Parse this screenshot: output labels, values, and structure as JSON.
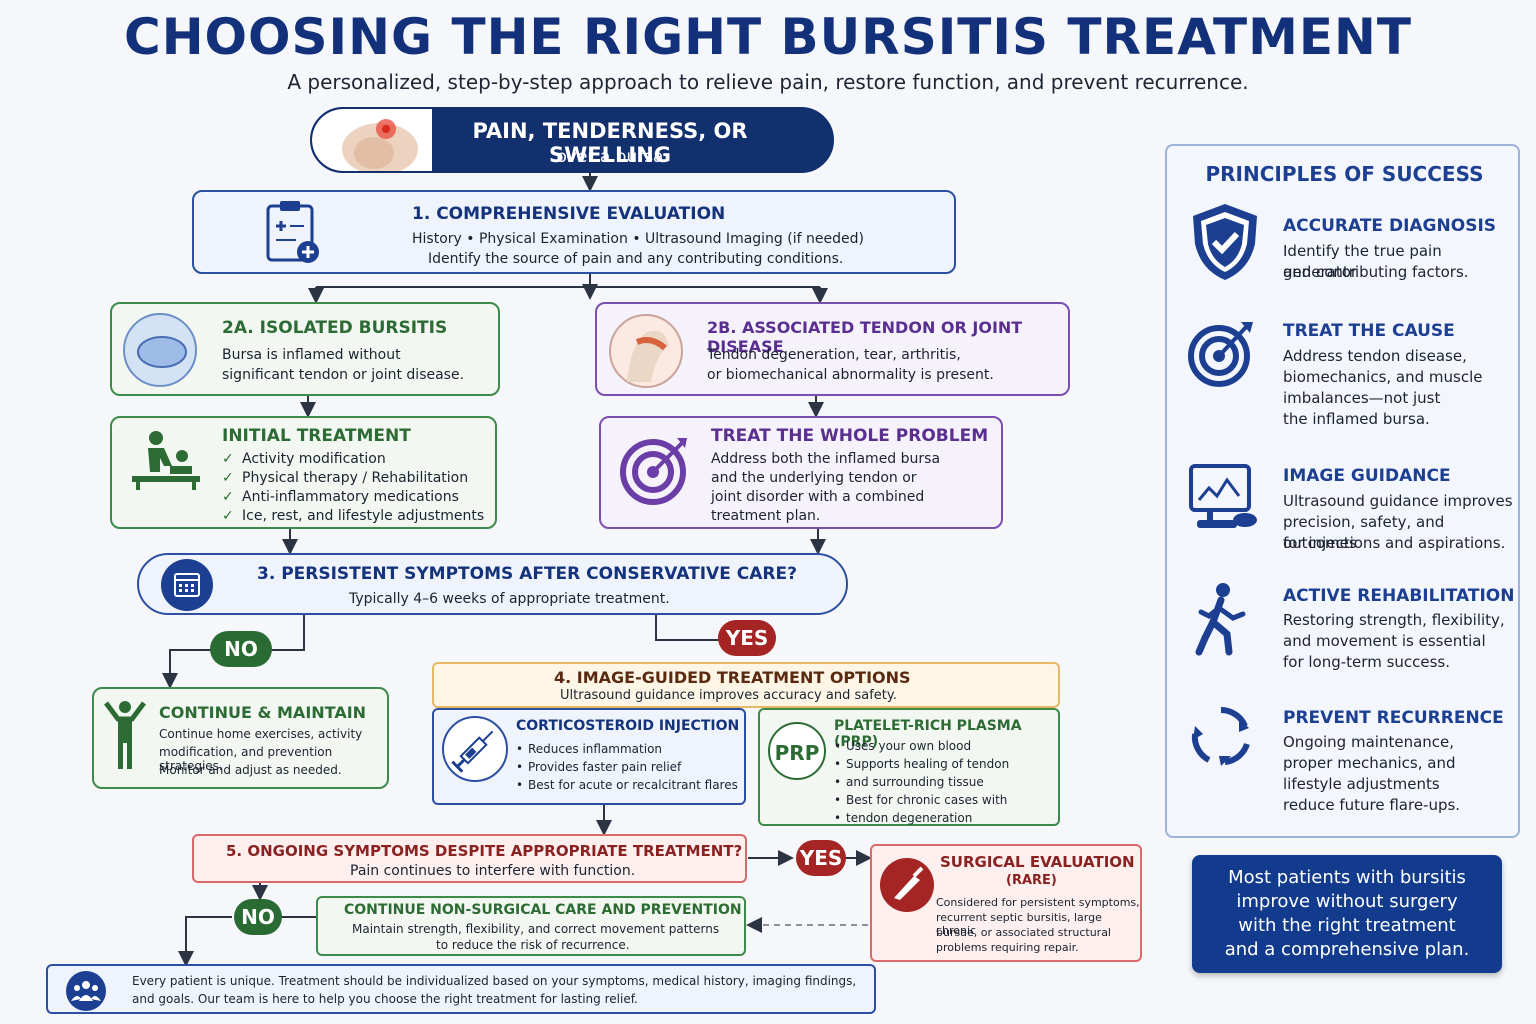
{
  "title": "CHOOSING THE RIGHT BURSITIS TREATMENT",
  "subtitle": "A personalized, step-by-step approach to relieve pain, restore function, and prevent recurrence.",
  "start": {
    "title": "PAIN, TENDERNESS, OR SWELLING",
    "sub": "over a bursa"
  },
  "eval": {
    "title": "1. COMPREHENSIVE EVALUATION",
    "line1": "History • Physical Examination • Ultrasound Imaging (if needed)",
    "line2": "Identify the source of pain and any contributing conditions."
  },
  "isolated": {
    "title": "2A. ISOLATED BURSITIS",
    "line1": "Bursa is inflamed without",
    "line2": "significant tendon or joint disease."
  },
  "associated": {
    "title": "2B. ASSOCIATED TENDON OR JOINT DISEASE",
    "line1": "Tendon degeneration, tear, arthritis,",
    "line2": "or biomechanical abnormality is present."
  },
  "initial": {
    "title": "INITIAL TREATMENT",
    "items": [
      "Activity modification",
      "Physical therapy / Rehabilitation",
      "Anti-inflammatory medications",
      "Ice, rest, and lifestyle adjustments"
    ]
  },
  "whole": {
    "title": "TREAT THE WHOLE PROBLEM",
    "lines": [
      "Address both the inflamed bursa",
      "and the underlying tendon or",
      "joint disorder with a combined",
      "treatment plan."
    ]
  },
  "persistent": {
    "title": "3. PERSISTENT SYMPTOMS AFTER CONSERVATIVE CARE?",
    "sub": "Typically 4–6 weeks of appropriate treatment."
  },
  "no_label": "NO",
  "yes_label": "YES",
  "maintain": {
    "title": "CONTINUE & MAINTAIN",
    "lines": [
      "Continue home exercises, activity",
      "modification, and prevention strategies.",
      "Monitor and adjust as needed."
    ]
  },
  "imageguided": {
    "title": "4. IMAGE-GUIDED TREATMENT OPTIONS",
    "sub": "Ultrasound guidance improves accuracy and safety."
  },
  "cortico": {
    "title": "CORTICOSTEROID INJECTION",
    "items": [
      "Reduces inflammation",
      "Provides faster pain relief",
      "Best for acute or recalcitrant flares"
    ]
  },
  "prp": {
    "badge": "PRP",
    "title": "PLATELET-RICH PLASMA (PRP)",
    "items": [
      "Uses your own blood",
      "Supports healing of tendon",
      "and surrounding tissue",
      "Best for chronic cases with",
      "tendon degeneration"
    ]
  },
  "ongoing": {
    "title": "5. ONGOING SYMPTOMS DESPITE APPROPRIATE TREATMENT?",
    "sub": "Pain continues to interfere with function."
  },
  "surgical": {
    "title": "SURGICAL EVALUATION",
    "sub": "(RARE)",
    "lines": [
      "Considered for persistent symptoms,",
      "recurrent septic bursitis, large chronic",
      "bursae, or associated structural",
      "problems requiring repair."
    ]
  },
  "nonsurgical": {
    "title": "CONTINUE NON-SURGICAL CARE AND PREVENTION",
    "line1": "Maintain strength, flexibility, and correct movement patterns",
    "line2": "to reduce the risk of recurrence."
  },
  "footer": {
    "line1": "Every patient is unique. Treatment should be individualized based on your symptoms, medical history, imaging findings,",
    "line2": "and goals. Our team is here to help you choose the right treatment for lasting relief."
  },
  "principles": {
    "heading": "PRINCIPLES OF SUCCESS",
    "items": [
      {
        "icon": "shield-check-icon",
        "title": "ACCURATE DIAGNOSIS",
        "lines": [
          "Identify the true pain generator",
          "and contributing factors."
        ]
      },
      {
        "icon": "target-icon",
        "title": "TREAT THE CAUSE",
        "lines": [
          "Address tendon disease,",
          "biomechanics, and muscle",
          "imbalances—not just",
          "the inflamed bursa."
        ]
      },
      {
        "icon": "ultrasound-monitor-icon",
        "title": "IMAGE GUIDANCE",
        "lines": [
          "Ultrasound guidance improves",
          "precision, safety, and outcomes",
          "for injections and aspirations."
        ]
      },
      {
        "icon": "walking-person-icon",
        "title": "ACTIVE REHABILITATION",
        "lines": [
          "Restoring strength, flexibility,",
          "and movement is essential",
          "for long-term success."
        ]
      },
      {
        "icon": "cycle-arrows-icon",
        "title": "PREVENT RECURRENCE",
        "lines": [
          "Ongoing maintenance,",
          "proper mechanics, and",
          "lifestyle adjustments",
          "reduce future flare-ups."
        ]
      }
    ]
  },
  "callout": {
    "lines": [
      "Most patients with bursitis",
      "improve without surgery",
      "with the right treatment",
      "and a comprehensive plan."
    ]
  },
  "colors": {
    "navy": "#13307a",
    "green": "#2d6b35",
    "purple": "#5a2f8f",
    "red": "#a52525",
    "accent_blue": "#1d3f92"
  }
}
